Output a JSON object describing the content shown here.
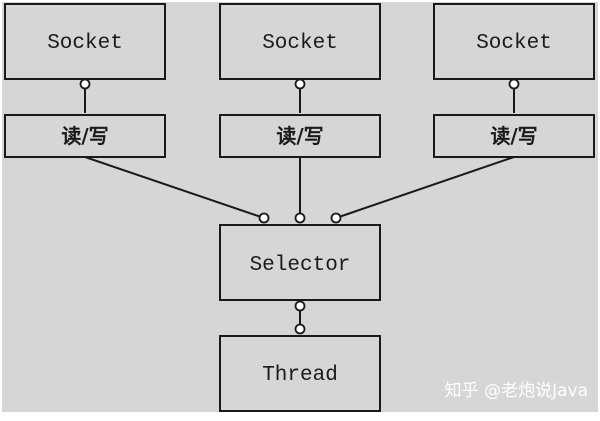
{
  "diagram": {
    "sockets": [
      {
        "label": "Socket"
      },
      {
        "label": "Socket"
      },
      {
        "label": "Socket"
      }
    ],
    "io_ops": [
      {
        "label": "读/写"
      },
      {
        "label": "读/写"
      },
      {
        "label": "读/写"
      }
    ],
    "selector": {
      "label": "Selector"
    },
    "thread": {
      "label": "Thread"
    }
  },
  "watermark": {
    "text": "知乎 @老炮说Java"
  },
  "colors": {
    "background": "#d6d6d6",
    "border": "#1a1a1a",
    "frame": "#ffffff"
  }
}
